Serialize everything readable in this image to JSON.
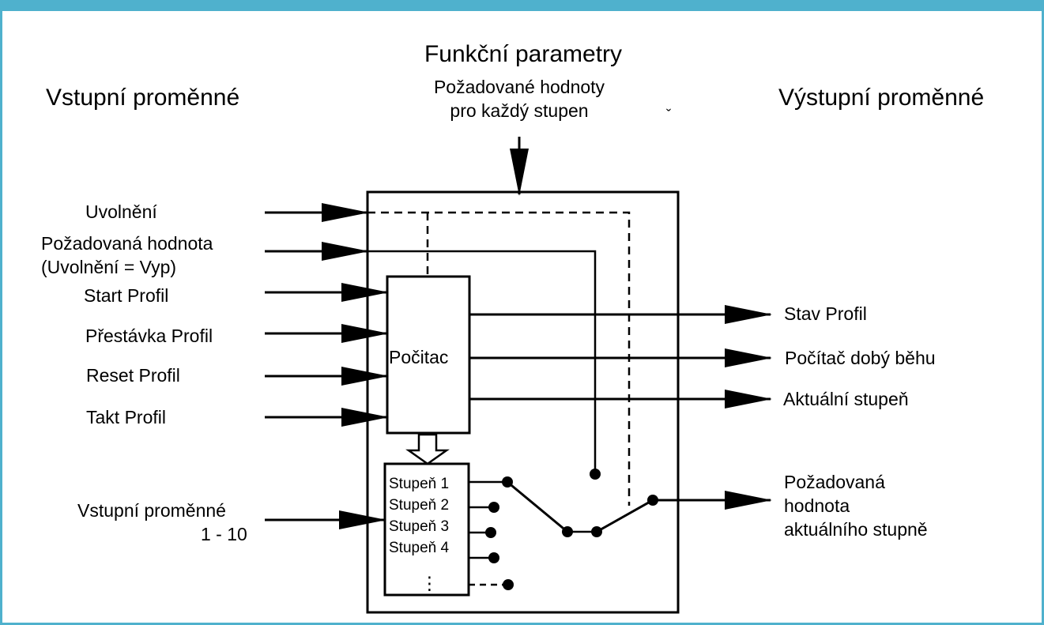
{
  "header": {
    "functional_params": "Funkční parametry",
    "setpoint_line1": "Požadované hodnoty",
    "setpoint_line2": "pro každý stupen",
    "small_mark": "ˇ",
    "inputs_title": "Vstupní proměnné",
    "outputs_title": "Výstupní proměnné"
  },
  "inputs": {
    "enable": "Uvolnění",
    "setpoint_line1": "Požadovaná hodnota",
    "setpoint_line2": "(Uvolnění = Vyp)",
    "start": "Start Profil",
    "pause": "Přestávka Profil",
    "reset": "Reset Profil",
    "clock": "Takt Profil",
    "vars_line1": "Vstupní proměnné",
    "vars_line2": "1 - 10"
  },
  "block": {
    "counter": "Počitac",
    "stage1": "Stupeň 1",
    "stage2": "Stupeň 2",
    "stage3": "Stupeň 3",
    "stage4": "Stupeň 4",
    "more": "⋮"
  },
  "outputs": {
    "status": "Stav Profil",
    "runtime": "Počítač dobý běhu",
    "current_stage": "Aktuální stupeň",
    "setpoint_line1": "Požadovaná",
    "setpoint_line2": "hodnota",
    "setpoint_line3": "aktuálního stupně"
  }
}
